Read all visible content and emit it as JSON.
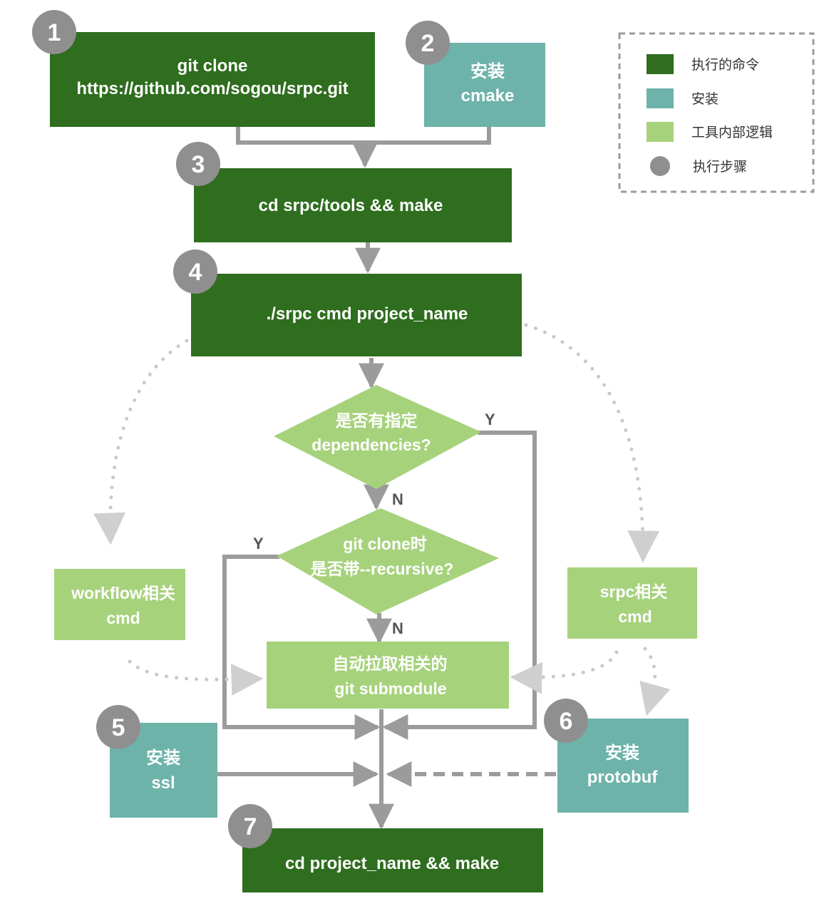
{
  "colors": {
    "command": "#2f6d1f",
    "install": "#6db3aa",
    "logic": "#a6d27c",
    "step": "#8f8f8f",
    "connector": "#9b9b9b",
    "dotted": "#c7c7c7"
  },
  "nodes": {
    "git_clone": {
      "line1": "git clone",
      "line2": "https://github.com/sogou/srpc.git"
    },
    "install_cmake": {
      "line1": "安装",
      "line2": "cmake"
    },
    "make_tools": {
      "line1": "cd srpc/tools && make"
    },
    "srpc_cmd": {
      "line1": "./srpc cmd project_name"
    },
    "decision_deps": {
      "line1": "是否有指定",
      "line2": "dependencies?"
    },
    "decision_recursive": {
      "line1": "git clone时",
      "line2": "是否带--recursive?"
    },
    "workflow_cmd": {
      "line1": "workflow相关",
      "line2": "cmd"
    },
    "srpc_related_cmd": {
      "line1": "srpc相关",
      "line2": "cmd"
    },
    "pull_submodule": {
      "line1": "自动拉取相关的",
      "line2": "git submodule"
    },
    "install_ssl": {
      "line1": "安装",
      "line2": "ssl"
    },
    "install_protobuf": {
      "line1": "安装",
      "line2": "protobuf"
    },
    "make_project": {
      "line1": "cd project_name && make"
    }
  },
  "steps": [
    "1",
    "2",
    "3",
    "4",
    "5",
    "6",
    "7"
  ],
  "branch_labels": {
    "deps_yes": "Y",
    "deps_no": "N",
    "recursive_yes": "Y",
    "recursive_no": "N"
  },
  "legend": {
    "items": [
      {
        "label": "执行的命令",
        "swatch": "command"
      },
      {
        "label": "安装",
        "swatch": "install"
      },
      {
        "label": "工具内部逻辑",
        "swatch": "logic"
      },
      {
        "label": "执行步骤",
        "swatch": "step"
      }
    ]
  }
}
